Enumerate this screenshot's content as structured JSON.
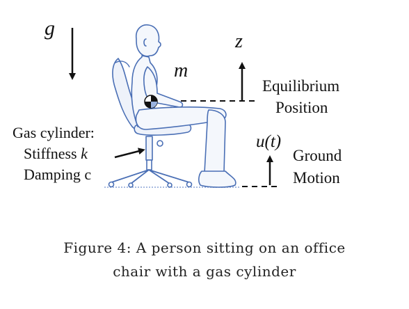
{
  "labels": {
    "gravity": "g",
    "mass": "m",
    "z": "z",
    "equilibrium_line1": "Equilibrium",
    "equilibrium_line2": "Position",
    "u": "u(t)",
    "ground_line1": "Ground",
    "ground_line2": "Motion",
    "gas_line1": "Gas cylinder:",
    "gas_line2_prefix": "Stiffness ",
    "gas_line2_var": "k",
    "gas_line3": "Damping c"
  },
  "caption": {
    "line1": "Figure 4: A person sitting on an office",
    "line2": "chair with a gas cylinder"
  },
  "colors": {
    "figure_stroke": "#4a6fb5",
    "figure_fill": "#e8eef8",
    "ink": "#111111"
  }
}
